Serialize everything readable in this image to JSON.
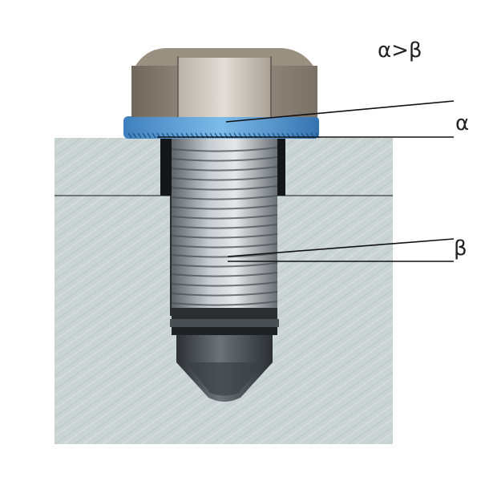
{
  "labels": {
    "comparison": "α>β",
    "alpha": "α",
    "beta": "β"
  },
  "colors": {
    "block": "#c9d2d3",
    "block_edge": "#5f6466",
    "washer": "#5aa2d9",
    "washer_dark": "#27609a",
    "nut": "#8a7f72",
    "nut_light": "#c8c3bb",
    "screw": "#9aa0a4",
    "screw_dark": "#3e4246",
    "leader": "#111111"
  }
}
